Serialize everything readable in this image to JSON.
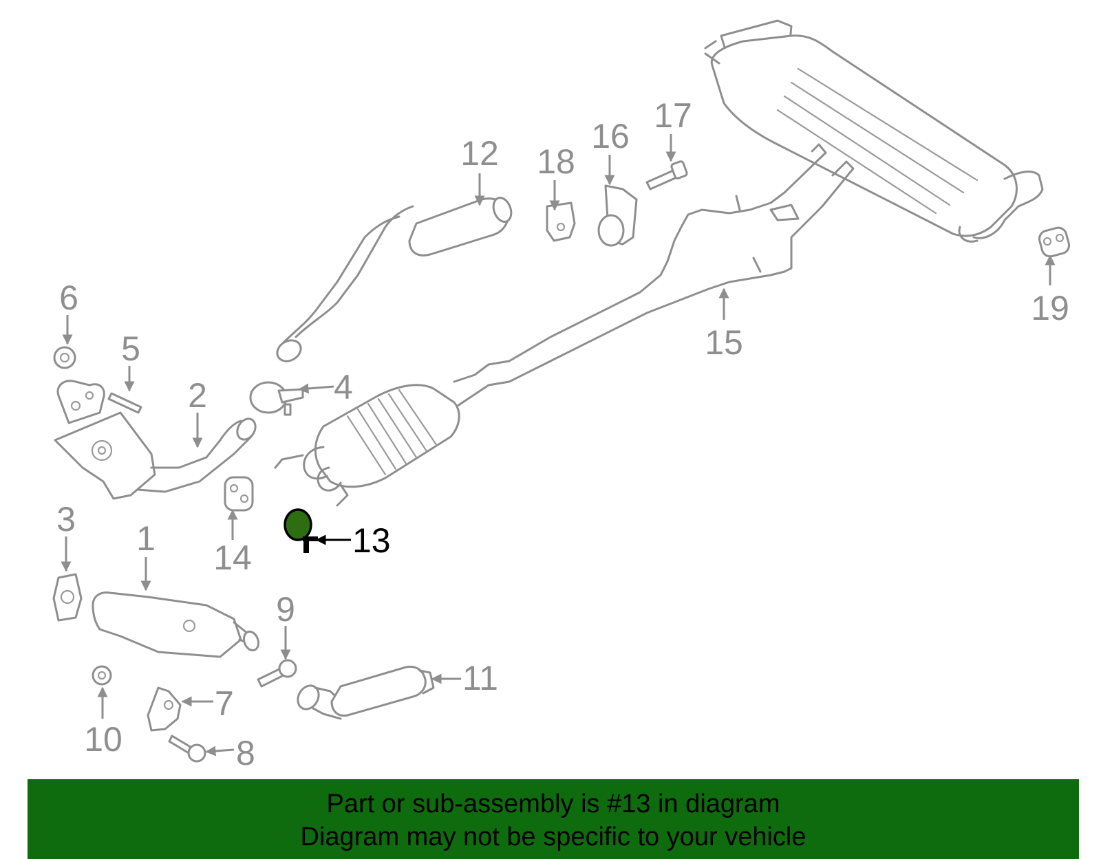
{
  "callouts": {
    "c1": "1",
    "c2": "2",
    "c3": "3",
    "c4": "4",
    "c5": "5",
    "c6": "6",
    "c7": "7",
    "c8": "8",
    "c9": "9",
    "c10": "10",
    "c11": "11",
    "c12": "12",
    "c13": "13",
    "c14": "14",
    "c15": "15",
    "c16": "16",
    "c17": "17",
    "c18": "18",
    "c19": "19"
  },
  "highlighted_part": "13",
  "colors": {
    "line": "#8e8e8e",
    "highlight_fill": "#2e6e12",
    "banner_bg": "#0e6b0e",
    "banner_text": "#000000"
  },
  "banner": {
    "line1": "Part or sub-assembly is #13 in diagram",
    "line2": "Diagram may not be specific to your vehicle"
  }
}
